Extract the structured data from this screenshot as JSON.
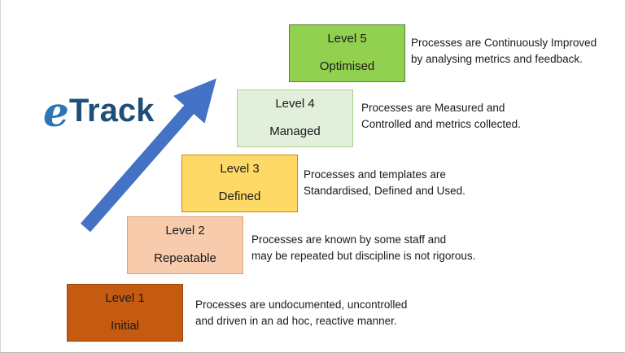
{
  "logo": {
    "e": "e",
    "rest": "Track",
    "e_color": "#2e75b6",
    "rest_color": "#1f4e79"
  },
  "arrow": {
    "name": "growth-arrow",
    "color": "#4472c4",
    "direction": "bottom-left to top-right"
  },
  "levels": [
    {
      "title": "Level 5",
      "name": "Optimised",
      "fill": "#92d050",
      "border": "#538135",
      "desc1": "Processes are Continuously Improved",
      "desc2": "by analysing metrics and feedback."
    },
    {
      "title": "Level 4",
      "name": "Managed",
      "fill": "#e2efda",
      "border": "#a9d18e",
      "desc1": "Processes are Measured and",
      "desc2": "Controlled and metrics collected."
    },
    {
      "title": "Level 3",
      "name": "Defined",
      "fill": "#ffd966",
      "border": "#bf9000",
      "desc1": "Processes and templates are",
      "desc2": "Standardised, Defined and Used."
    },
    {
      "title": "Level 2",
      "name": "Repeatable",
      "fill": "#f8cbad",
      "border": "#e0a277",
      "desc1": "Processes are known by some staff and",
      "desc2": "may be repeated but discipline is not rigorous."
    },
    {
      "title": "Level 1",
      "name": "Initial",
      "fill": "#c55a11",
      "border": "#9c4511",
      "desc1": "Processes are undocumented, uncontrolled",
      "desc2": "and driven in an ad hoc, reactive manner."
    }
  ]
}
